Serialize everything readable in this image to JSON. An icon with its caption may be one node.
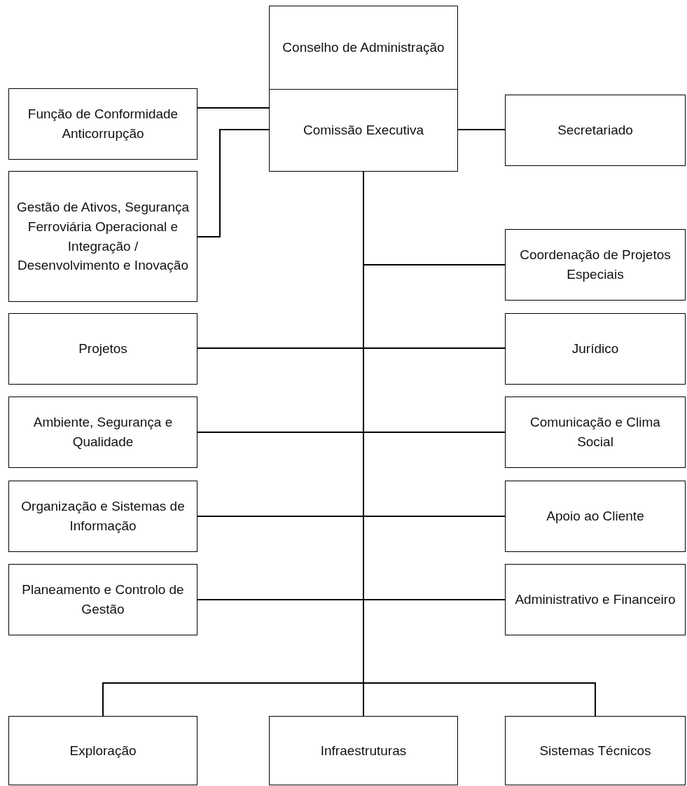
{
  "diagram": {
    "nodes": [
      {
        "text": [
          "Conselho de Administração"
        ]
      },
      {
        "text": [
          "Comissão Executiva"
        ]
      },
      {
        "text": [
          "Função de Conformidade Anticorrupção"
        ]
      },
      {
        "text": [
          "Secretariado"
        ]
      },
      {
        "text": [
          "Gestão de Ativos, Segurança Ferroviária Operacional e Integração / Desenvolvimento e Inovação"
        ]
      },
      {
        "text": [
          "Coordenação de Projetos Especiais"
        ]
      },
      {
        "text": [
          "Projetos"
        ]
      },
      {
        "text": [
          "Jurídico"
        ]
      },
      {
        "text": [
          "Ambiente, Segurança e Qualidade"
        ]
      },
      {
        "text": [
          "Comunicação e Clima Social"
        ]
      },
      {
        "text": [
          "Organização e Sistemas de Informação"
        ]
      },
      {
        "text": [
          "Apoio ao Cliente"
        ]
      },
      {
        "text": [
          "Planeamento e Controlo de Gestão"
        ]
      },
      {
        "text": [
          "Administrativo e Financeiro"
        ]
      },
      {
        "text": [
          "Exploração"
        ]
      },
      {
        "text": [
          "Infraestruturas"
        ]
      },
      {
        "text": [
          "Sistemas Técnicos"
        ]
      }
    ],
    "edges": [
      {
        "from": 1,
        "to": 2,
        "arrow": "none"
      },
      {
        "from": 1,
        "to": 3,
        "arrow": "none"
      },
      {
        "from": 1,
        "to": 4,
        "arrow": "none"
      },
      {
        "from": 1,
        "to": 5,
        "arrow": "none"
      },
      {
        "from": 1,
        "to": 6,
        "arrow": "none"
      },
      {
        "from": 1,
        "to": 7,
        "arrow": "none"
      },
      {
        "from": 1,
        "to": 8,
        "arrow": "none"
      },
      {
        "from": 1,
        "to": 9,
        "arrow": "none"
      },
      {
        "from": 1,
        "to": 10,
        "arrow": "none"
      },
      {
        "from": 1,
        "to": 11,
        "arrow": "none"
      },
      {
        "from": 1,
        "to": 12,
        "arrow": "none"
      },
      {
        "from": 1,
        "to": 13,
        "arrow": "none"
      },
      {
        "from": 1,
        "to": 14,
        "arrow": "none"
      },
      {
        "from": 1,
        "to": 15,
        "arrow": "none"
      },
      {
        "from": 1,
        "to": 16,
        "arrow": "none"
      }
    ]
  }
}
